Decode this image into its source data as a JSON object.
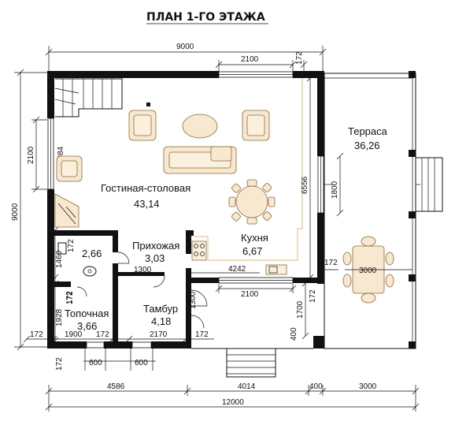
{
  "title": "ПЛАН  1-ГО ЭТАЖА",
  "rooms": {
    "living": {
      "name": "Гостиная-столовая",
      "area": "43,14"
    },
    "kitchen": {
      "name": "Кухня",
      "area": "6,67"
    },
    "terrace": {
      "name": "Терраса",
      "area": "36,26"
    },
    "hall": {
      "name": "Прихожая",
      "area": "3,03"
    },
    "wc": {
      "area": "2,66"
    },
    "boiler": {
      "name": "Топочная",
      "area": "3,66"
    },
    "vestibule": {
      "name": "Тамбур",
      "area": "4,18"
    }
  },
  "dims": {
    "top_total": "9000",
    "top_window": "2100",
    "top_right_wall": "172",
    "left_total": "9000",
    "left_window": "2100",
    "left_inner": "4984",
    "left_wc_a": "1460",
    "left_wc_b": "172",
    "left_boiler": "1928",
    "left_boiler_b": "172",
    "left_wall_bottom": "172",
    "bottom_left_wall": "172",
    "bottom_1900": "1900",
    "bottom_172": "172",
    "bottom_2170": "2170",
    "bottom_172b": "172",
    "inner_1300": "1300",
    "inner_1300v": "1300",
    "inner_172v": "172",
    "inner_4242": "4242",
    "inner_172h": "172",
    "inner_2100": "2100",
    "inner_1700": "1700",
    "inner_400": "400",
    "right_6556": "6556",
    "right_1800": "1800",
    "right_172v": "172",
    "terrace_3000": "3000",
    "window_600a": "600",
    "window_600b": "600",
    "bottom_4586": "4586",
    "bottom_4014": "4014",
    "bottom_400": "400",
    "bottom_3000": "3000",
    "bottom_total": "12000"
  }
}
